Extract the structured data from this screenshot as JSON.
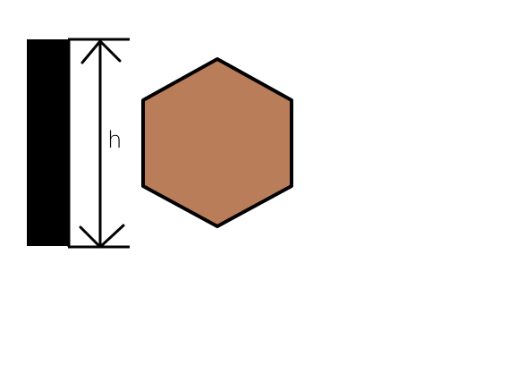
{
  "diagram": {
    "height_label": "h",
    "colors": {
      "background": "#ffffff",
      "outline": "#000000",
      "bar_fill": "#000000",
      "hexagon_fill": "#b97d5a"
    },
    "elements": [
      "black-bar",
      "height-dimension-arrow",
      "hexagon"
    ]
  }
}
